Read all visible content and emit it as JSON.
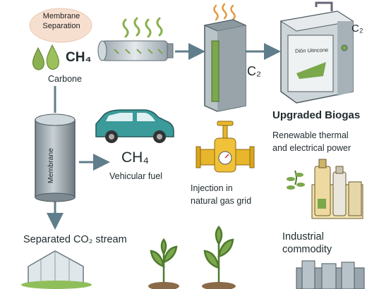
{
  "labels": {
    "membrane_separation": "Membrane Separation",
    "ch4_top": "CH₄",
    "carbone": "Carbone",
    "c2_mid": "C₂",
    "c2_top": "C₂",
    "unit_plate": "Diön Uitncone",
    "upgraded_biogas": "Upgraded Biogas",
    "renewable": "Renewable thermal\nand electrical power",
    "ch4_mid": "CH₄",
    "vehicular_fuel": "Vehicular fuel",
    "injection": "Injection in\nnatural gas grid",
    "separated_co2": "Separated CO₂ stream",
    "industrial": "Industrial\ncommodity",
    "membrane": "Membrane"
  },
  "colors": {
    "arrow": "#607d8b",
    "green_leaf": "#7ba84a",
    "car": "#3b9a9a",
    "valve": "#e8b62c",
    "steel": "#b8c3c9",
    "bubble": "#f7dfd0"
  },
  "icons": [
    "gas-bubble-icon",
    "droplets-icon",
    "heat-wave-icon",
    "pipe-filter-icon",
    "filter-column-icon",
    "generator-unit-icon",
    "membrane-tank-icon",
    "car-icon",
    "valve-icon",
    "bottles-factory-icon",
    "plant-sprout-icon",
    "greenhouse-icon",
    "factory-icon"
  ]
}
